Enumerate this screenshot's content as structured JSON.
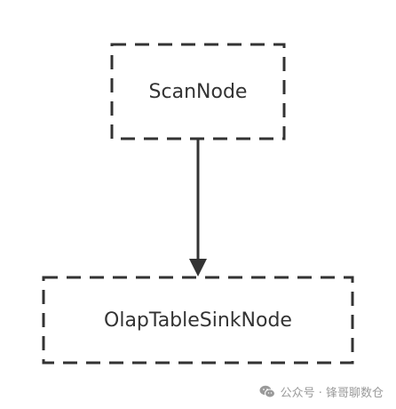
{
  "diagram": {
    "nodes": [
      {
        "id": "scan",
        "label": "ScanNode"
      },
      {
        "id": "sink",
        "label": "OlapTableSinkNode"
      }
    ],
    "edges": [
      {
        "from": "scan",
        "to": "sink"
      }
    ],
    "colors": {
      "stroke": "#333333",
      "text": "#333333",
      "background": "#ffffff"
    }
  },
  "watermark": {
    "icon": "wechat-icon",
    "text": "公众号 · 锋哥聊数仓"
  }
}
